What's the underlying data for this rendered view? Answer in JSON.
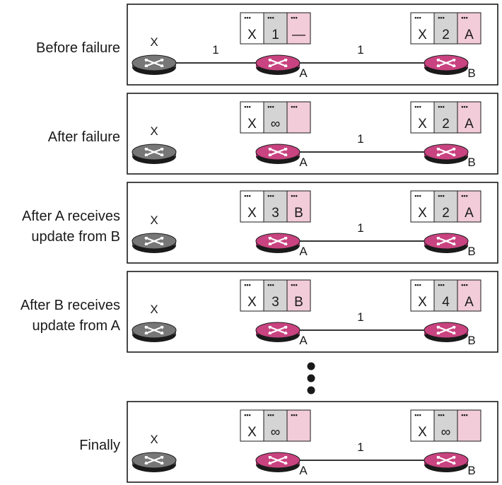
{
  "colors": {
    "router_dest_fill": "#b0336f",
    "router_dest_top": "#c8437f",
    "router_x_fill": "#555555",
    "router_x_top": "#777777",
    "cell_dest": "#ffffff",
    "cell_cost": "#d4d4d4",
    "cell_next": "#f2ccd8",
    "border": "#1a1a1a"
  },
  "icons": {
    "router": "router-icon",
    "ellipsis": "vertical-ellipsis-icon"
  },
  "panels": [
    {
      "label": [
        "Before failure"
      ],
      "x_link": true,
      "x_link_cost": "1",
      "ab_link_cost": "1",
      "table_a": {
        "dest": "X",
        "cost": "1",
        "next": "—"
      },
      "table_b": {
        "dest": "X",
        "cost": "2",
        "next": "A"
      }
    },
    {
      "label": [
        "After failure"
      ],
      "x_link": false,
      "x_link_cost": "",
      "ab_link_cost": "1",
      "table_a": {
        "dest": "X",
        "cost": "∞",
        "next": ""
      },
      "table_b": {
        "dest": "X",
        "cost": "2",
        "next": "A"
      }
    },
    {
      "label": [
        "After A receives",
        "update from B"
      ],
      "x_link": false,
      "x_link_cost": "",
      "ab_link_cost": "1",
      "table_a": {
        "dest": "X",
        "cost": "3",
        "next": "B"
      },
      "table_b": {
        "dest": "X",
        "cost": "2",
        "next": "A"
      }
    },
    {
      "label": [
        "After B receives",
        "update from A"
      ],
      "x_link": false,
      "x_link_cost": "",
      "ab_link_cost": "1",
      "table_a": {
        "dest": "X",
        "cost": "3",
        "next": "B"
      },
      "table_b": {
        "dest": "X",
        "cost": "4",
        "next": "A"
      }
    },
    {
      "label": [
        "Finally"
      ],
      "x_link": false,
      "x_link_cost": "",
      "ab_link_cost": "1",
      "table_a": {
        "dest": "X",
        "cost": "∞",
        "next": ""
      },
      "table_b": {
        "dest": "X",
        "cost": "∞",
        "next": ""
      }
    }
  ],
  "nodes": {
    "x": "X",
    "a": "A",
    "b": "B"
  },
  "table_cell_marker": "•••"
}
